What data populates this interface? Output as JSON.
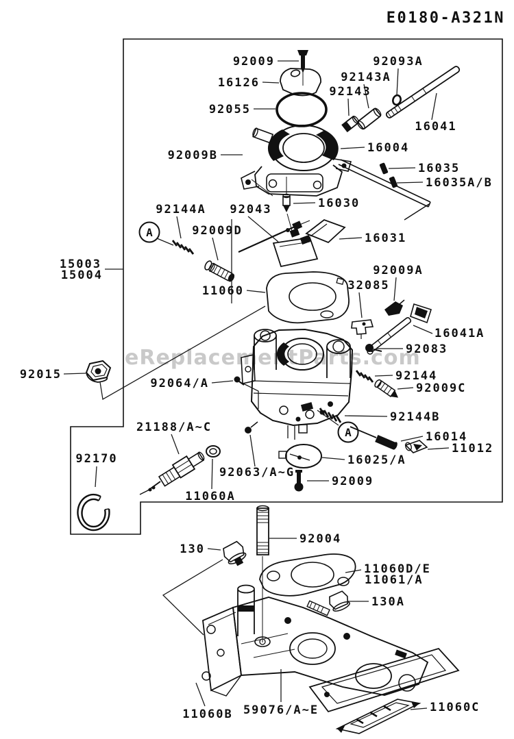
{
  "title": "E0180-A321N",
  "watermark": "eReplacementParts.com",
  "colors": {
    "background": "#ffffff",
    "line_art": "#101010",
    "watermark": "#c9c9c9"
  },
  "callout_markers": {
    "upper": "A",
    "lower": "A"
  },
  "parts": [
    {
      "number": "92009"
    },
    {
      "number": "16126"
    },
    {
      "number": "92055"
    },
    {
      "number": "92093A"
    },
    {
      "number": "92143A"
    },
    {
      "number": "92143"
    },
    {
      "number": "16041"
    },
    {
      "number": "92009B"
    },
    {
      "number": "16004"
    },
    {
      "number": "16035"
    },
    {
      "number": "16035A/B"
    },
    {
      "number": "16030"
    },
    {
      "number": "92144A"
    },
    {
      "number": "92043"
    },
    {
      "number": "92009D"
    },
    {
      "number": "16031"
    },
    {
      "number": "15003"
    },
    {
      "number": "15004"
    },
    {
      "number": "11060"
    },
    {
      "number": "92009A"
    },
    {
      "number": "32085"
    },
    {
      "number": "16041A"
    },
    {
      "number": "92083"
    },
    {
      "number": "92144"
    },
    {
      "number": "92009C"
    },
    {
      "number": "92015"
    },
    {
      "number": "92064/A"
    },
    {
      "number": "92144B"
    },
    {
      "number": "16014"
    },
    {
      "number": "11012"
    },
    {
      "number": "16025/A"
    },
    {
      "number": "92009"
    },
    {
      "number": "21188/A~C"
    },
    {
      "number": "92170"
    },
    {
      "number": "92063/A~G"
    },
    {
      "number": "11060A"
    },
    {
      "number": "92004"
    },
    {
      "number": "130"
    },
    {
      "number": "11060D/E"
    },
    {
      "number": "11061/A"
    },
    {
      "number": "130A"
    },
    {
      "number": "11060B"
    },
    {
      "number": "59076/A~E"
    },
    {
      "number": "11060C"
    }
  ]
}
